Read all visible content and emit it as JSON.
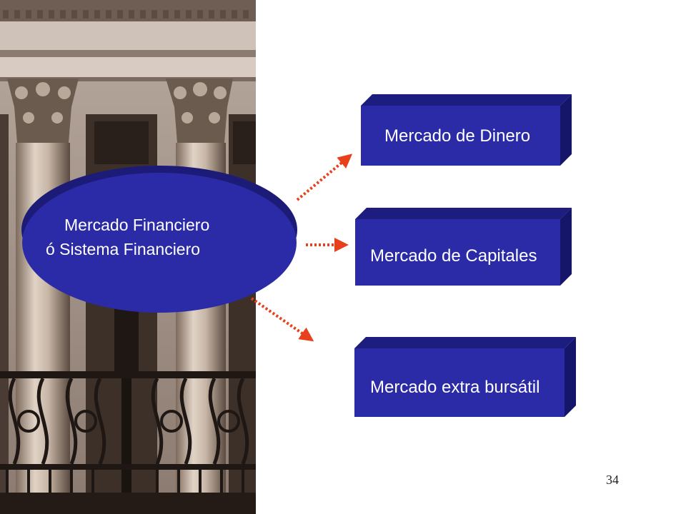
{
  "central_node": {
    "line1": "Mercado Financiero",
    "line2": "ó Sistema Financiero"
  },
  "nodes": [
    {
      "label": "Mercado de  Dinero"
    },
    {
      "label": "Mercado de Capitales"
    },
    {
      "label": "Mercado extra bursátil"
    }
  ],
  "page_number": "34",
  "colors": {
    "box_front": "#2b2ba8",
    "box_top": "#1d1d80",
    "box_side": "#15156a",
    "arrow": "#e8401c"
  }
}
